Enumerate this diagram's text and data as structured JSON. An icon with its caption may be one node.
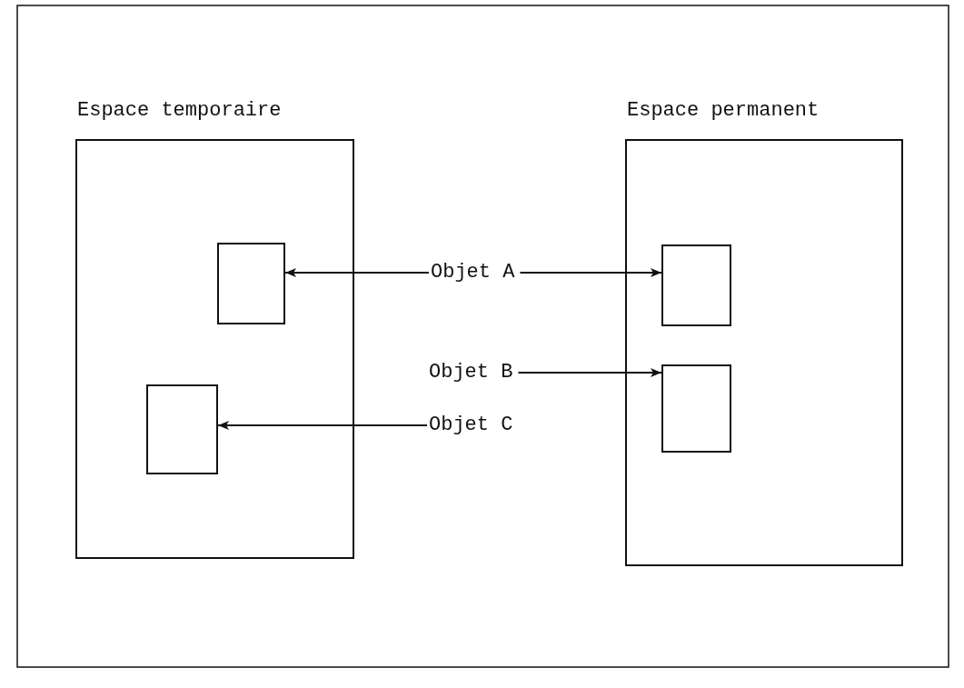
{
  "diagram": {
    "nodes": [
      {
        "text": [
          "Espace temporaire"
        ]
      },
      {
        "text": [],
        "shape": "box",
        "in": 0
      },
      {
        "text": [],
        "shape": "box",
        "in": 0
      },
      {
        "text": [
          "Espace permanent"
        ]
      },
      {
        "text": [],
        "shape": "box",
        "in": 3
      },
      {
        "text": [],
        "shape": "box",
        "in": 3
      },
      {
        "text": [
          "Objet A"
        ]
      },
      {
        "text": [
          "Objet B"
        ]
      },
      {
        "text": [
          "Objet C"
        ]
      }
    ],
    "edges": [
      {
        "from": 6,
        "to": 1,
        "arrow": "to"
      },
      {
        "from": 6,
        "to": 4,
        "arrow": "to"
      },
      {
        "from": 7,
        "to": 5,
        "arrow": "to"
      },
      {
        "from": 8,
        "to": 2,
        "arrow": "to"
      }
    ]
  }
}
